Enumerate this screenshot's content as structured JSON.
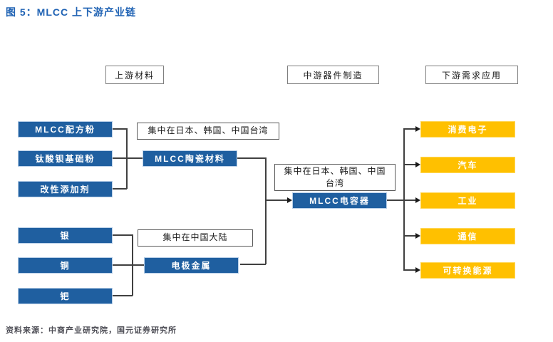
{
  "title": "图 5：MLCC 上下游产业链",
  "source": "资料来源：中商产业研究院，国元证券研究所",
  "headers": {
    "upstream": "上游材料",
    "midstream": "中游器件制造",
    "downstream": "下游需求应用"
  },
  "upstream": {
    "ceramic_inputs": [
      "MLCC配方粉",
      "钛酸钡基础粉",
      "改性添加剂"
    ],
    "metal_inputs": [
      "银",
      "铜",
      "钯"
    ]
  },
  "midstream": {
    "ceramic_material": "MLCC陶瓷材料",
    "ceramic_region_note": "集中在日本、韩国、中国台湾",
    "electrode_metal": "电极金属",
    "metal_region_note": "集中在中国大陆",
    "capacitor": "MLCC电容器",
    "capacitor_region_note": "集中在日本、韩国、中国台湾"
  },
  "downstream": {
    "applications": [
      "消费电子",
      "汽车",
      "工业",
      "通信",
      "可转换能源"
    ]
  },
  "colors": {
    "title_blue": "#2063B4",
    "box_blue": "#1F5FA0",
    "box_yellow": "#FFC000",
    "line": "#404040",
    "note_border": "#595959",
    "source_gray": "#4F4F57"
  }
}
